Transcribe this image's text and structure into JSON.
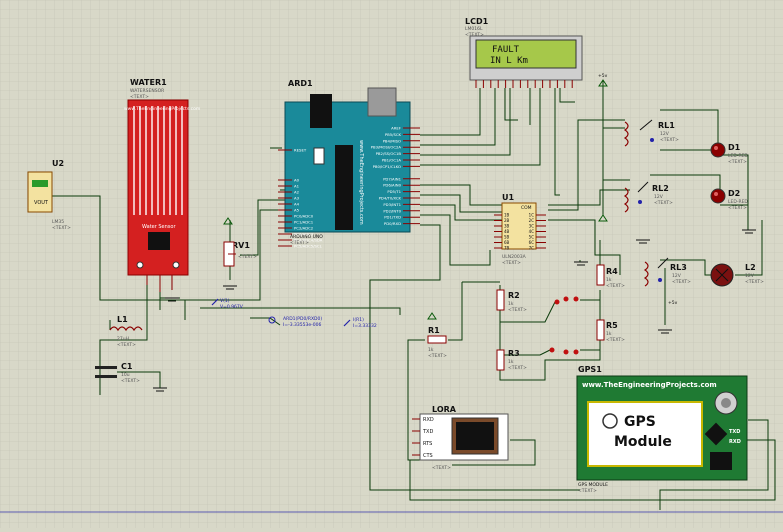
{
  "colors": {
    "background": "#d8d8c8",
    "grid": "#c4c4b4",
    "wire": "#0a3a0a",
    "arduino": "#1a8a9a",
    "water": "#d42020",
    "gps_board": "#1f7a33",
    "lcd_screen": "#a6c84a"
  },
  "lcd": {
    "ref": "LCD1",
    "part": "LM016L",
    "text_tag": "<TEXT>",
    "line1": "FAULT",
    "line2": "IN L Km"
  },
  "arduino": {
    "ref": "ARD1",
    "part": "ARDUINO UNO",
    "text_tag": "<TEXT>",
    "brand": "www.TheEngineeringProjects.com"
  },
  "water": {
    "ref": "WATER1",
    "part": "WATERSENSOR",
    "text_tag": "<TEXT>",
    "board_label": "Water Sensor"
  },
  "u2": {
    "ref": "U2",
    "part": "LM35",
    "text_tag": "<TEXT>",
    "pin": "VOUT"
  },
  "rv1": {
    "ref": "RV1",
    "text_tag": "<TEXT>"
  },
  "l1": {
    "ref": "L1",
    "value": "27uH",
    "text_tag": "<TEXT>"
  },
  "c1": {
    "ref": "C1",
    "value": "10u",
    "text_tag": "<TEXT>"
  },
  "u1": {
    "ref": "U1",
    "part": "ULN2003A",
    "text_tag": "<TEXT>",
    "com": "COM"
  },
  "relays": [
    {
      "ref": "RL1",
      "value": "12V",
      "text_tag": "<TEXT>"
    },
    {
      "ref": "RL2",
      "value": "12V",
      "text_tag": "<TEXT>"
    },
    {
      "ref": "RL3",
      "value": "12V",
      "text_tag": "<TEXT>"
    }
  ],
  "d1": {
    "ref": "D1",
    "part": "LED-RED",
    "text_tag": "<TEXT>"
  },
  "d2": {
    "ref": "D2",
    "part": "LED-RED",
    "text_tag": "<TEXT>"
  },
  "l2": {
    "ref": "L2",
    "value": "12V",
    "text_tag": "<TEXT>"
  },
  "resistors": [
    {
      "ref": "R1",
      "value": "1k",
      "text_tag": "<TEXT>"
    },
    {
      "ref": "R2",
      "value": "1k",
      "text_tag": "<TEXT>"
    },
    {
      "ref": "R3",
      "value": "1k",
      "text_tag": "<TEXT>"
    },
    {
      "ref": "R4",
      "value": "1k",
      "text_tag": "<TEXT>"
    },
    {
      "ref": "R5",
      "value": "1k",
      "text_tag": "<TEXT>"
    }
  ],
  "probes": {
    "v1": "V(1)",
    "v1_val": "V=0.967V",
    "ard": "ARD1(PD0/RXD0)",
    "ard_val": "I=-3.33553e-006",
    "i_r1": "I(R1)",
    "i_r1_val": "I=3.33332"
  },
  "lora": {
    "ref": "LORA",
    "text_tag": "<TEXT>",
    "pins": [
      "RXD",
      "TXD",
      "RTS",
      "CTS"
    ]
  },
  "gps": {
    "ref": "GPS1",
    "part": "GPS MODULE",
    "text_tag": "<TEXT>",
    "brand": "www.TheEngineeringProjects.com",
    "label_line1": "GPS",
    "label_line2": "Module",
    "pins": [
      "TXD",
      "RXD"
    ]
  },
  "supply": {
    "label": "+5v"
  },
  "u1_inputs": [
    "1B",
    "2B",
    "3B",
    "4B",
    "5B",
    "6B",
    "7B"
  ],
  "u1_outputs": [
    "1C",
    "2C",
    "3C",
    "4C",
    "5C",
    "6C",
    "7C"
  ],
  "arduino_pins_left": [
    "RESET",
    "A0",
    "A1",
    "A2",
    "A3",
    "A4",
    "A5",
    "PC0/ADC0",
    "PC1/ADC1",
    "PC2/ADC2",
    "PC3/ADC3",
    "PC4/ADC4/SDA",
    "PC5/ADC5/SCL"
  ],
  "arduino_pins_right": [
    "AREF",
    "PB5/SCK",
    "PB4/MISO",
    "PB3/MOSI/OC2A",
    "PB2/SS/OC1B",
    "PB1/OC1A",
    "PB0/ICP1/CLKO",
    "PD7/AIN1",
    "PD6/AIN0",
    "PD5/T1",
    "PD4/T0/XCK",
    "PD3/INT1",
    "PD2/INT0",
    "PD1/TXD",
    "PD0/RXD"
  ]
}
